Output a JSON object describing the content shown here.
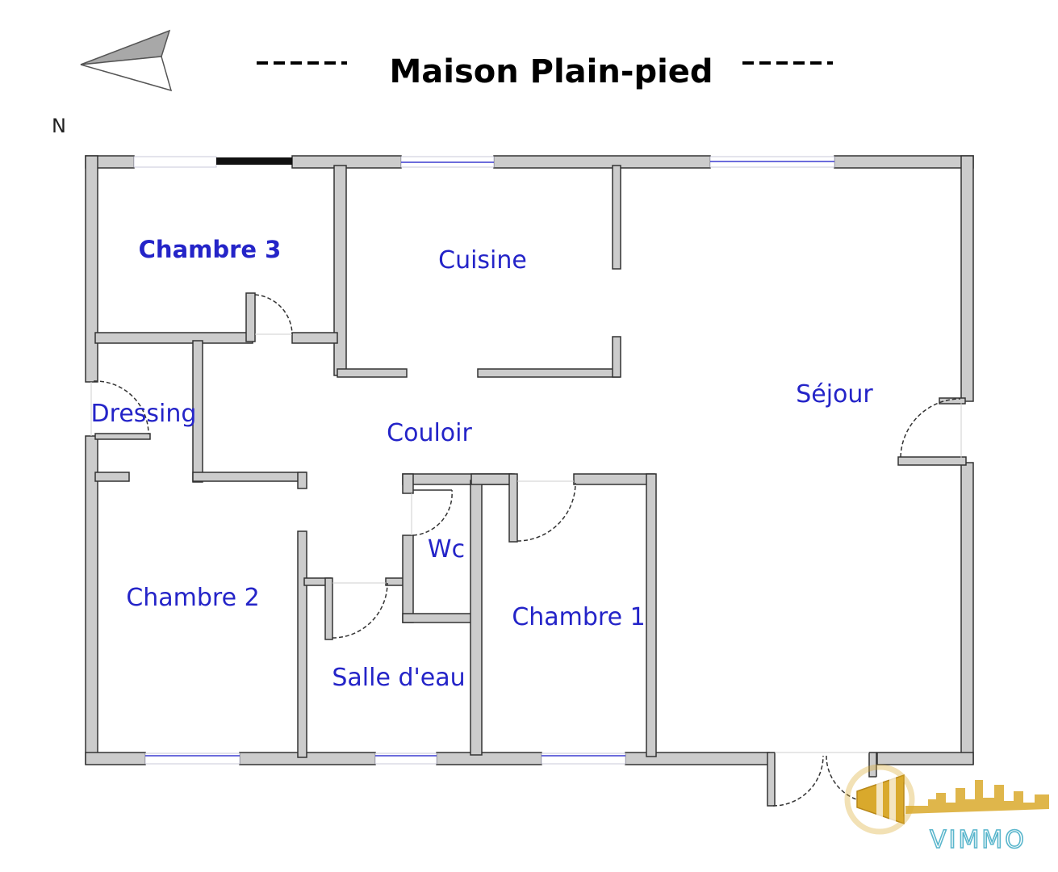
{
  "title": "Maison Plain-pied",
  "compass": {
    "icon": "compass-arrow-icon",
    "north_label": "N"
  },
  "rooms": {
    "chambre3": "Chambre 3",
    "cuisine": "Cuisine",
    "dressing": "Dressing",
    "couloir": "Couloir",
    "sejour": "Séjour",
    "wc": "Wc",
    "chambre2": "Chambre 2",
    "chambre1": "Chambre 1",
    "salle_eau": "Salle d'eau"
  },
  "logo": {
    "icon": "key-skyline-logo-icon",
    "text": "VIMMO",
    "colors": {
      "key": "#d9a92c",
      "text_outline": "#5ab6cc"
    }
  },
  "colors": {
    "wall_fill": "#cccccc",
    "wall_stroke": "#333333",
    "room_label": "#2424c8",
    "window_glass": "#3b3bd0"
  }
}
